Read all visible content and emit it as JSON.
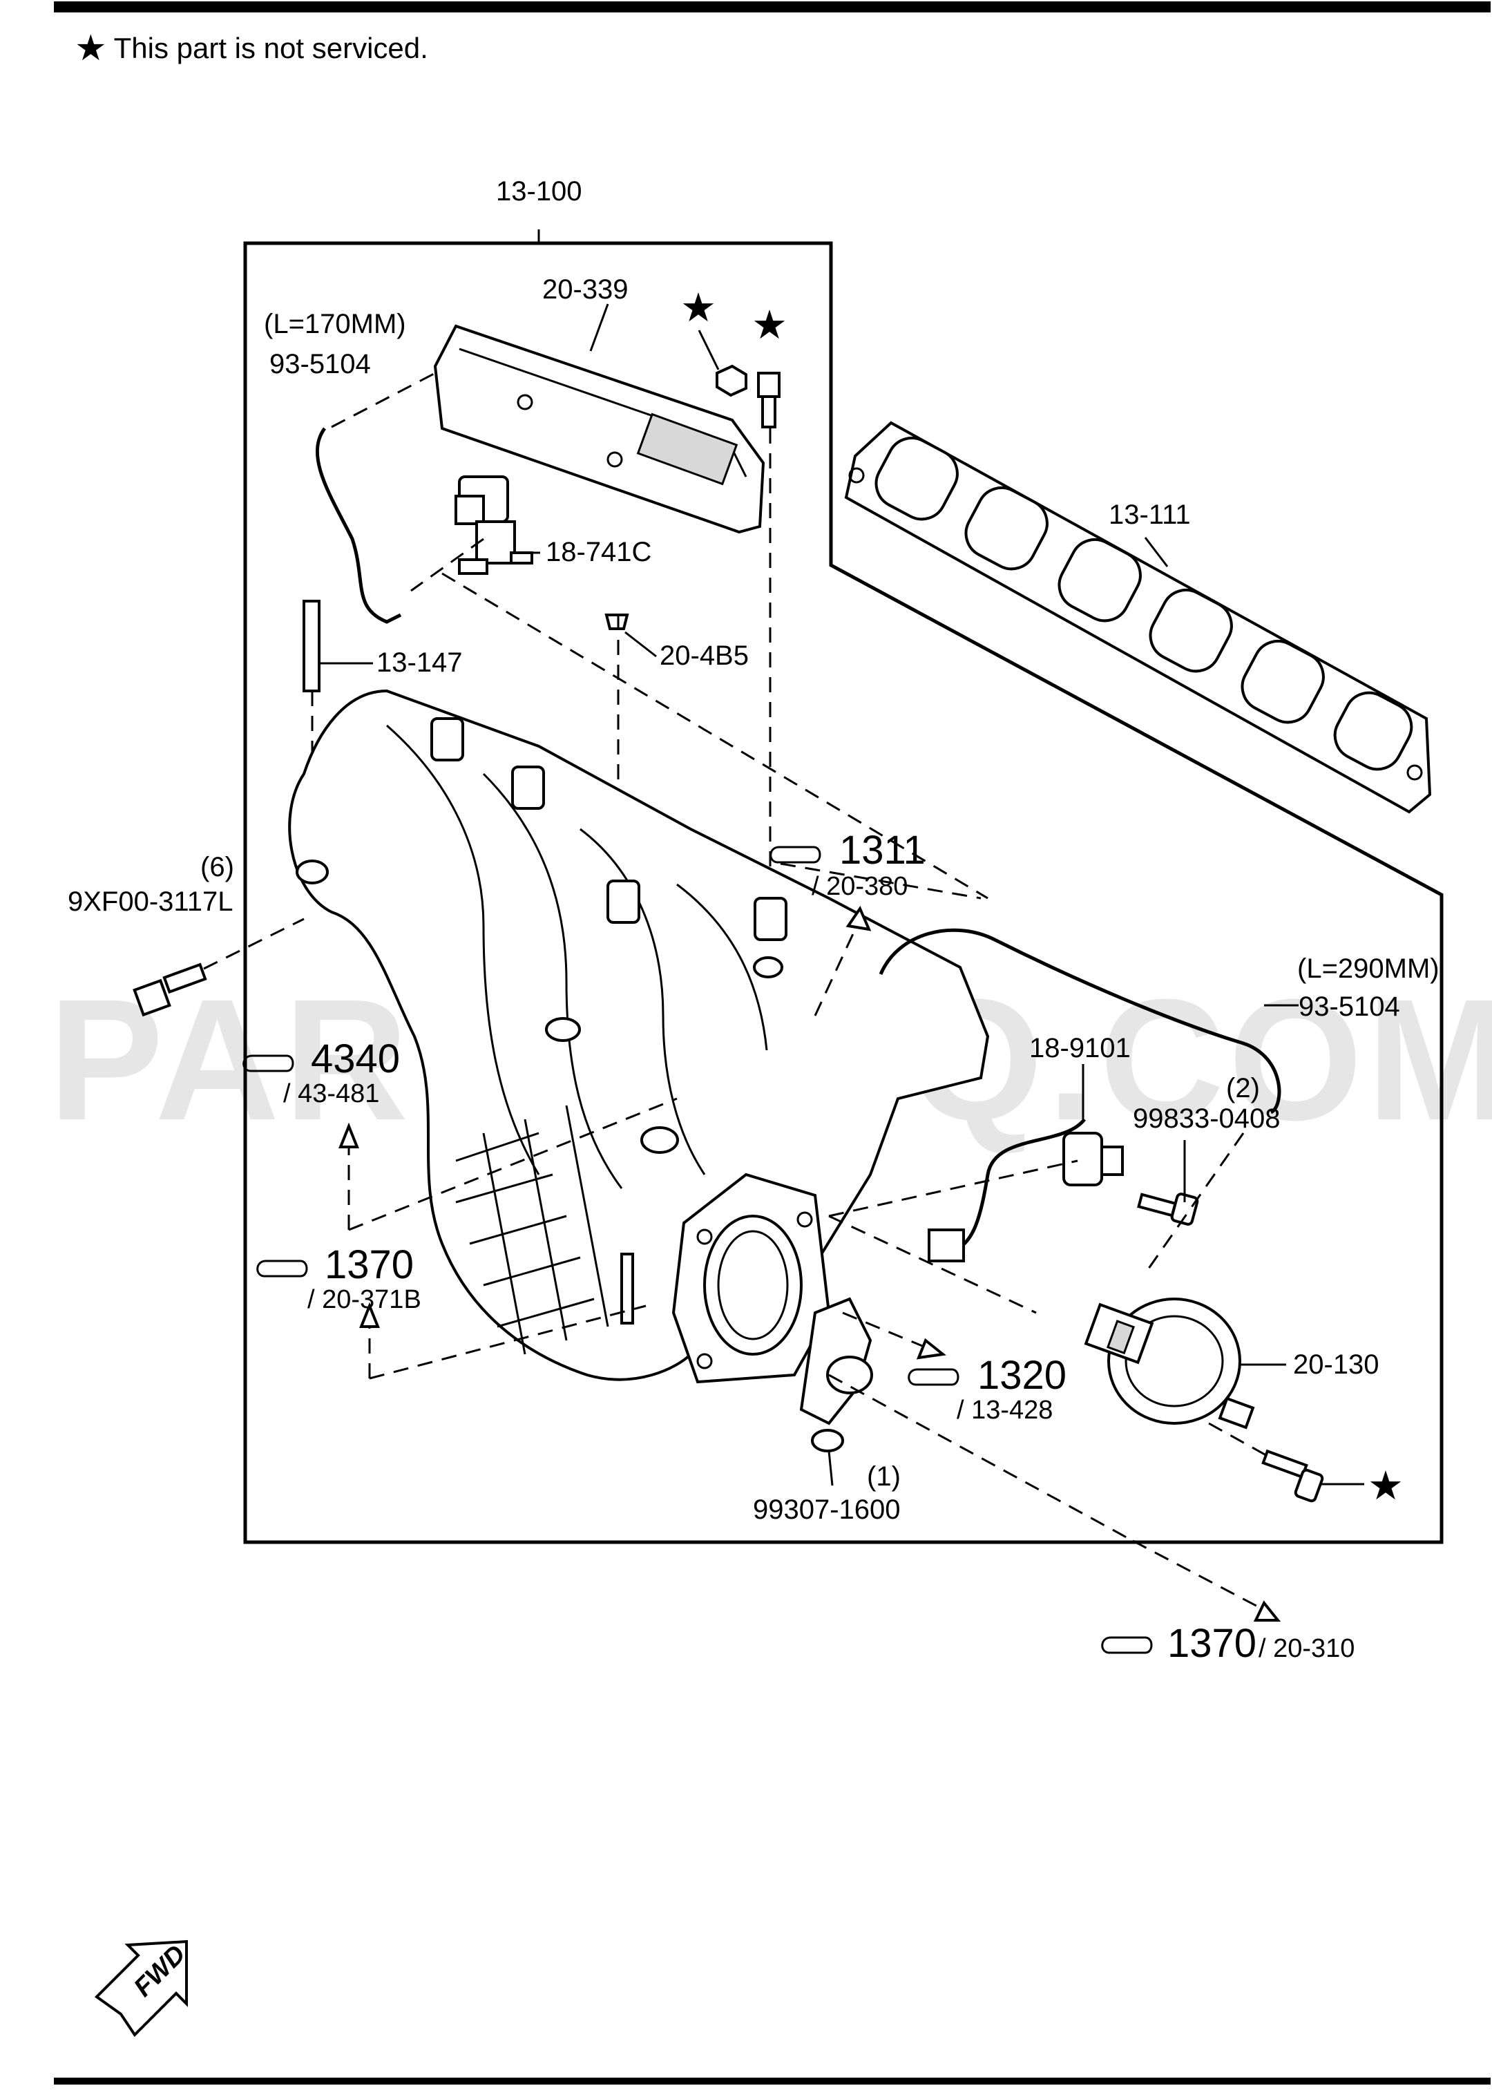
{
  "note": {
    "star": "★",
    "text": "This part is not serviced."
  },
  "watermark": "PARTSOUQ.COM",
  "labels": {
    "assembly": "13-100",
    "cover": "20-339",
    "hose_length_1": "(L=170MM)",
    "hose_1": "93-5104",
    "solenoid": "18-741C",
    "seal": "20-4B5",
    "stud": "13-147",
    "gasket": "13-111",
    "bolt_qty": "(6)",
    "bolt": "9XF00-3117L",
    "hose_length_2": "(L=290MM)",
    "hose_2": "93-5104",
    "sensor": "18-9101",
    "screw_qty": "(2)",
    "screw": "99833-0408",
    "actuator": "20-130",
    "oring_qty": "(1)",
    "oring": "99307-1600",
    "star": "★"
  },
  "refs": [
    {
      "num": "1311",
      "sub": "/ 20-380"
    },
    {
      "num": "4340",
      "sub": "/ 43-481"
    },
    {
      "num": "1370",
      "sub": "/ 20-371B"
    },
    {
      "num": "1320",
      "sub": "/ 13-428"
    },
    {
      "num": "1370",
      "sub": "/ 20-310"
    }
  ],
  "fwd": "FWD"
}
